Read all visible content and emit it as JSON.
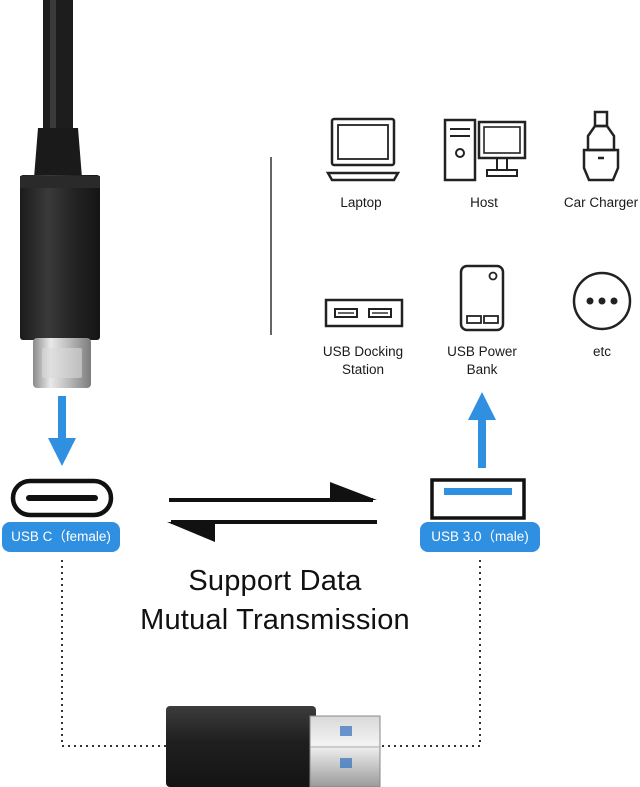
{
  "colors": {
    "accent": "#2f8fe0",
    "arrow_blue": "#2f8fe0",
    "dark": "#111111"
  },
  "devices": [
    {
      "label": "Laptop",
      "icon": "laptop-icon"
    },
    {
      "label": "Host",
      "icon": "desktop-computer-icon"
    },
    {
      "label": "Car Charger",
      "icon": "car-charger-icon"
    },
    {
      "label": "USB Docking\nStation",
      "icon": "usb-docking-station-icon"
    },
    {
      "label": "USB Power\nBank",
      "icon": "power-bank-icon"
    },
    {
      "label": "etc",
      "icon": "more-dots-icon"
    }
  ],
  "ports": {
    "usb_c_label": "USB C（female)",
    "usb_a_label": "USB 3.0（male)"
  },
  "headline": {
    "line1": "Support Data",
    "line2": "Mutual Transmission"
  }
}
